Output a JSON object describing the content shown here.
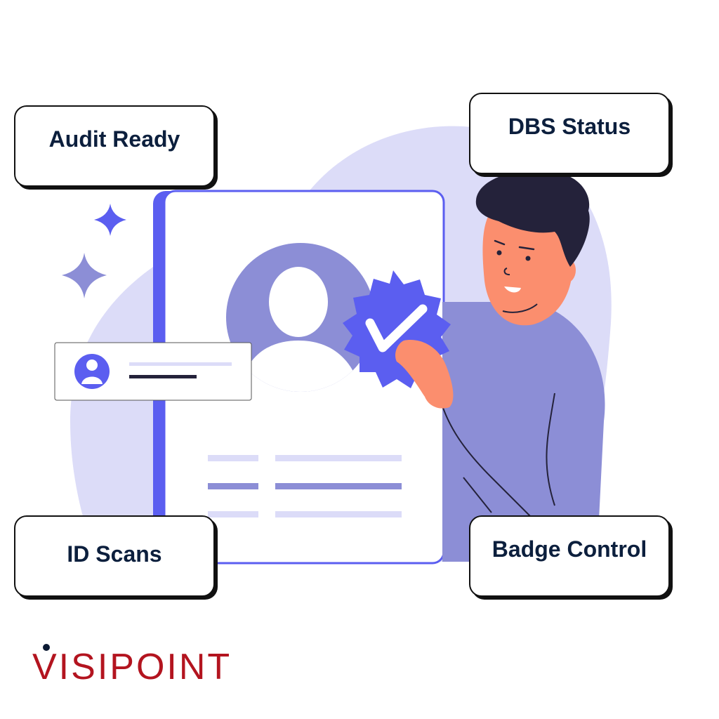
{
  "labels": {
    "audit": "Audit Ready",
    "dbs": "DBS Status",
    "id": "ID Scans",
    "badge": "Badge Control"
  },
  "logo": {
    "text": "VISIPOINT",
    "color": "#b3141f",
    "dot_color": "#0c1a33"
  },
  "colors": {
    "accent": "#5b5ef0",
    "soft": "#dcdcf8",
    "mid": "#8c8ed6",
    "skin": "#fb8e6e",
    "hair": "#24223a",
    "text": "#0c1f3d"
  }
}
